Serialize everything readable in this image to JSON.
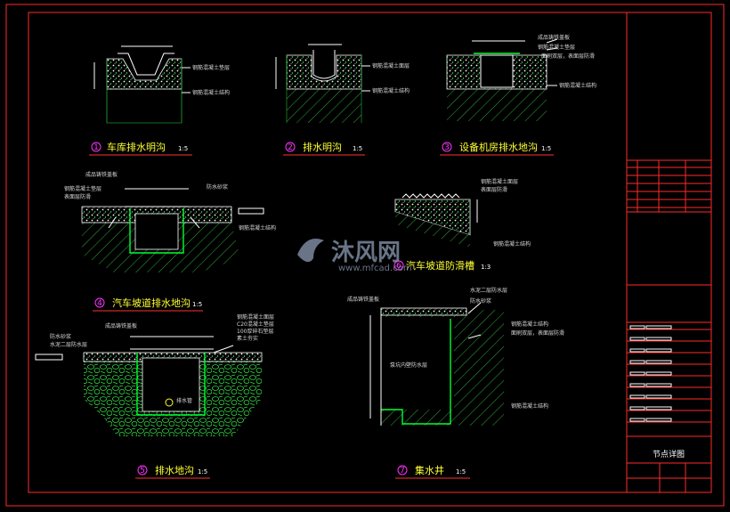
{
  "watermark": {
    "brand": "沐风网",
    "url": "www.mfcad.com"
  },
  "title_block": {
    "drawing_name": "节点详图"
  },
  "details": [
    {
      "num": "1",
      "title": "车库排水明沟",
      "scale": "1:5"
    },
    {
      "num": "2",
      "title": "排水明沟",
      "scale": "1:5"
    },
    {
      "num": "3",
      "title": "设备机房排水地沟",
      "scale": "1:5"
    },
    {
      "num": "4",
      "title": "汽车坡道排水地沟",
      "scale": "1:5"
    },
    {
      "num": "5",
      "title": "排水地沟",
      "scale": "1:5"
    },
    {
      "num": "6",
      "title": "汽车坡道防滑槽",
      "scale": "1:3"
    },
    {
      "num": "7",
      "title": "集水井",
      "scale": "1:5"
    }
  ],
  "labels": {
    "d1_a": "钢筋混凝土垫层",
    "d1_b": "钢筋混凝土结构",
    "d2_a": "钢筋混凝土面层",
    "d2_b": "钢筋混凝土结构",
    "d3_a": "成品铸铁盖板",
    "d3_b": "钢筋混凝土垫层",
    "d3_c": "面刷双层，表面层防滑",
    "d3_d": "钢筋混凝土结构",
    "d4_a": "成品铸铁盖板",
    "d4_b": "钢筋混凝土垫层",
    "d4_c": "表面层防滑",
    "d4_d": "防水砂浆",
    "d4_e": "钢筋混凝土结构",
    "d5_a": "成品铸铁盖板",
    "d5_b": "防水砂浆",
    "d5_c": "水泥二层防水层",
    "d5_d": "钢筋混凝土面层",
    "d5_e": "C20混凝土垫层",
    "d5_f": "100厚碎石垫层",
    "d5_g": "素土夯实",
    "d5_h": "排水管",
    "d6_a": "钢筋混凝土面层",
    "d6_b": "表面层防滑",
    "d6_c": "钢筋混凝土结构",
    "d7_a": "成品铸铁盖板",
    "d7_b": "水泥二层防水层",
    "d7_c": "防水砂浆",
    "d7_d": "钢筋混凝土结构",
    "d7_e": "面刷双层，表面层防滑",
    "d7_f": "钢筋混凝土结构",
    "d7_g": "泵坑内壁防水层"
  }
}
